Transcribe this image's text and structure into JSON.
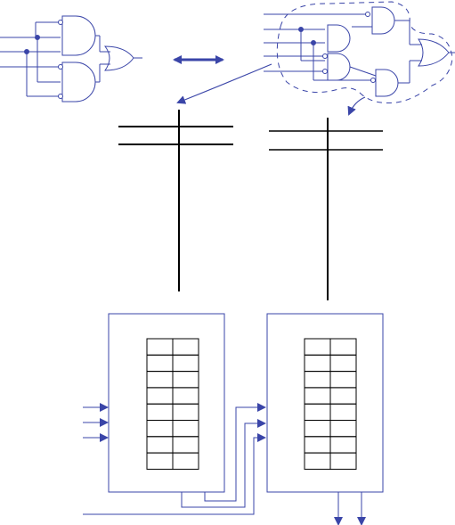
{
  "colors": {
    "line": "#000000",
    "accent": "#3a45a8",
    "background": "#ffffff"
  },
  "icons": {
    "equivalence": "double-headed-arrow",
    "gates": [
      "and-gate",
      "or-gate",
      "inverting-input-bubble"
    ]
  },
  "left_circuit": {
    "and_gates": 2,
    "or_gates": 1,
    "inputs": 4
  },
  "right_circuit": {
    "and_gates": 3,
    "or_gates": 1,
    "inputs": 5,
    "dashed_grouping": true
  },
  "truth_tables": {
    "left_block": {
      "rows": 8,
      "cols": 2
    },
    "right_block": {
      "rows": 8,
      "cols": 2
    }
  },
  "block_io": {
    "left_block_inputs": 3,
    "right_block_inputs": 3,
    "right_block_outputs": 2
  }
}
